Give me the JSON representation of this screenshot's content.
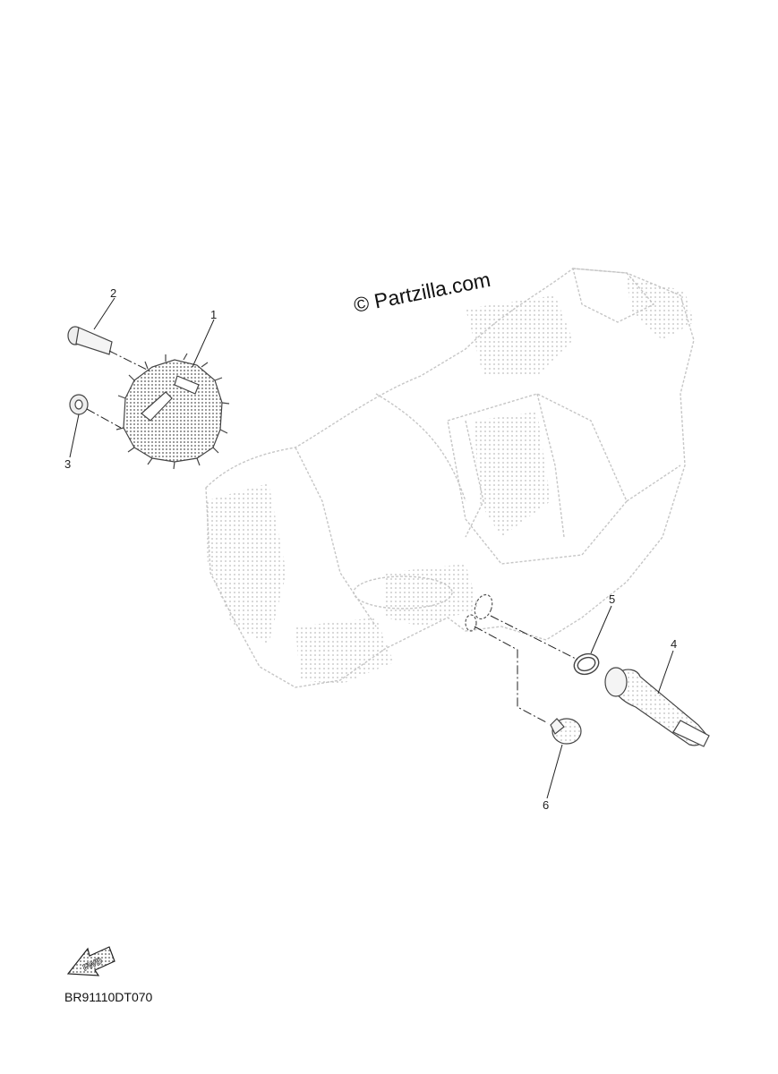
{
  "watermark": "© Partzilla.com",
  "diagram_code": "BR91110DT070",
  "fwd_arrow_label": "FWD",
  "callouts": {
    "c1": "1",
    "c2": "2",
    "c3": "3",
    "c4": "4",
    "c5": "5",
    "c6": "6"
  },
  "colors": {
    "ghost_engine": "#c8c8c8",
    "part_dots": "#555555",
    "line": "#222222"
  }
}
